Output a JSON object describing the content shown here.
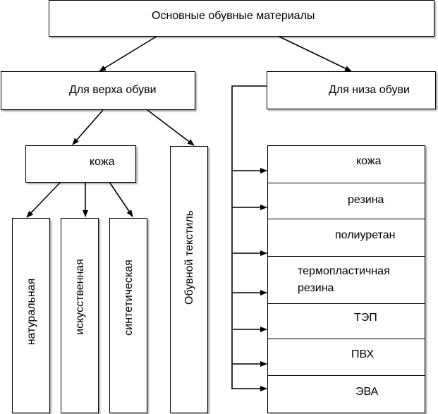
{
  "root": {
    "title": "Основные обувные материалы"
  },
  "upper": {
    "title": "Для верха обуви",
    "leather": {
      "title": "кожа",
      "types": [
        "натуральная",
        "искусственная",
        "синтетическая"
      ]
    },
    "textile": "Обувной текстиль"
  },
  "lower": {
    "title": "Для низа обуви",
    "items": [
      "кожа",
      "резина",
      "полиуретан",
      "термопластичная резина",
      "ТЭП",
      "ПВХ",
      "ЭВА"
    ]
  }
}
